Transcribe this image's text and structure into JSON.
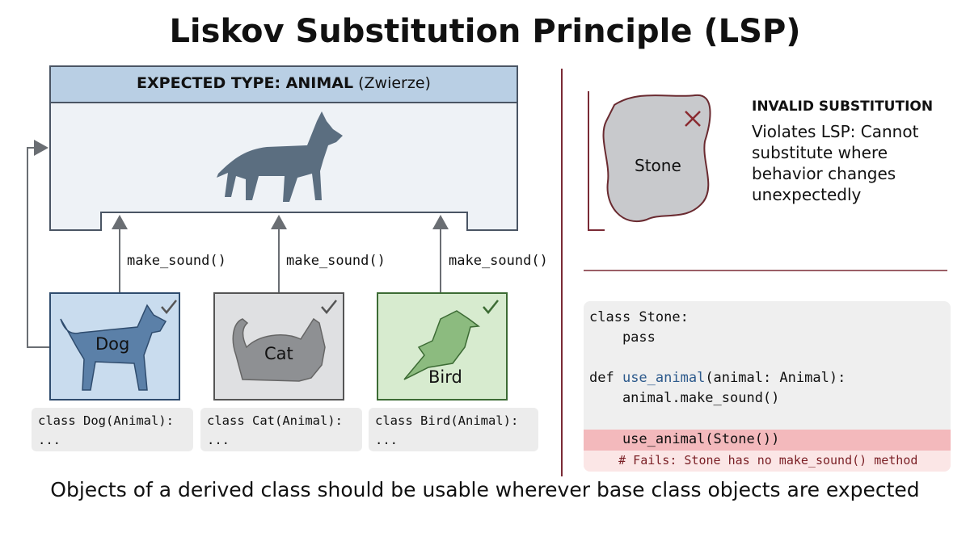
{
  "title": "Liskov Substitution Principle (LSP)",
  "expected": {
    "label_bold": "EXPECTED TYPE: ANIMAL",
    "label_extra": "(Zwierze)"
  },
  "method_label": "make_sound()",
  "children": [
    {
      "name": "Dog",
      "code1": "class Dog(Animal):",
      "code2": "...",
      "color": "#c9dcee"
    },
    {
      "name": "Cat",
      "code1": "class Cat(Animal):",
      "code2": "...",
      "color": "#dfe0e2"
    },
    {
      "name": "Bird",
      "code1": "class Bird(Animal):",
      "code2": "...",
      "color": "#d7ebcf"
    }
  ],
  "invalid": {
    "stone_label": "Stone",
    "heading": "INVALID SUBSTITUTION",
    "desc": "Violates LSP: Cannot substitute where behavior changes unexpectedly"
  },
  "code": {
    "l1": "class Stone:",
    "l2": "    pass",
    "l3a": "def ",
    "l3b": "use_animal",
    "l3c": "(animal: Animal):",
    "l4": "    animal.make_sound()",
    "l5": "    use_animal(Stone())",
    "l6": "    # Fails: Stone has no make_sound() method"
  },
  "footer": "Objects of a derived class should be usable wherever base class objects are expected"
}
